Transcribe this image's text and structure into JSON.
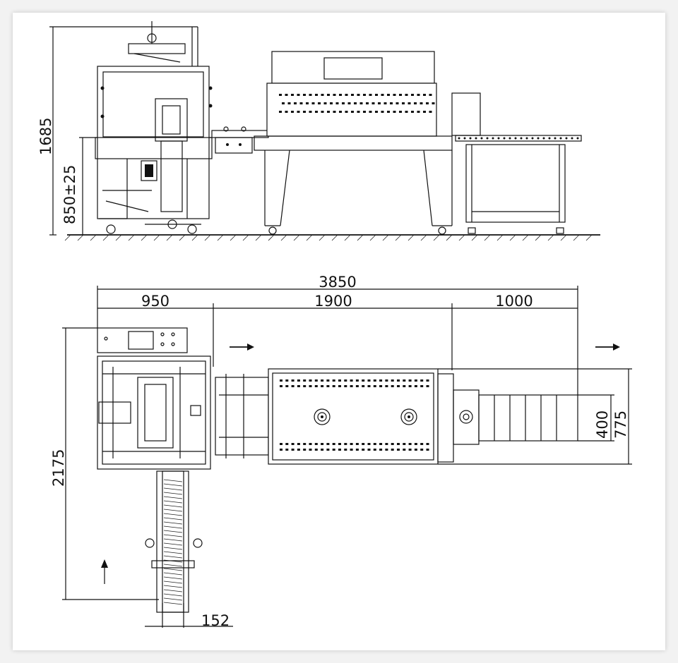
{
  "dimensions": {
    "total_height": "1685",
    "conveyor_height": "850±25",
    "total_length": "3850",
    "section_1_length": "950",
    "section_2_length": "1900",
    "section_3_length": "1000",
    "total_width": "2175",
    "outfeed_width_inner": "400",
    "outfeed_width_outer": "775",
    "infeed_width": "152"
  },
  "colors": {
    "line": "#111111",
    "background": "#ffffff",
    "frame": "#f2f2f2"
  },
  "icons": {
    "flow_arrow": "right-arrow-icon",
    "feed_arrow": "up-arrow-icon",
    "fan": "fan-icon"
  }
}
